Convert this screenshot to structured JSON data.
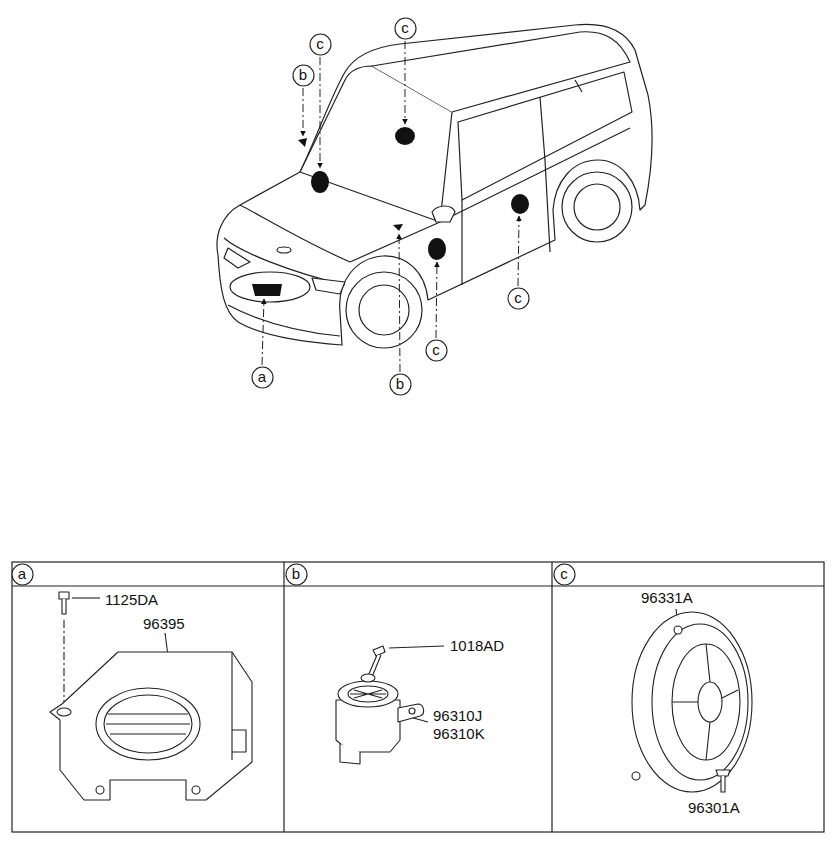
{
  "diagram": {
    "nodes": [
      {
        "text": [
          "c"
        ]
      },
      {
        "text": [
          "c"
        ]
      },
      {
        "text": [
          "b"
        ]
      },
      {
        "text": [
          "c"
        ]
      },
      {
        "text": [
          "c"
        ]
      },
      {
        "text": [
          "a"
        ]
      },
      {
        "text": [
          "b"
        ]
      },
      {
        "text": [
          "a"
        ]
      },
      {
        "text": [
          "b"
        ]
      },
      {
        "text": [
          "c"
        ]
      }
    ],
    "labels": [
      "1125DA",
      "96395",
      "1018AD",
      "96310J",
      "96310K",
      "96331A",
      "96301A"
    ]
  }
}
